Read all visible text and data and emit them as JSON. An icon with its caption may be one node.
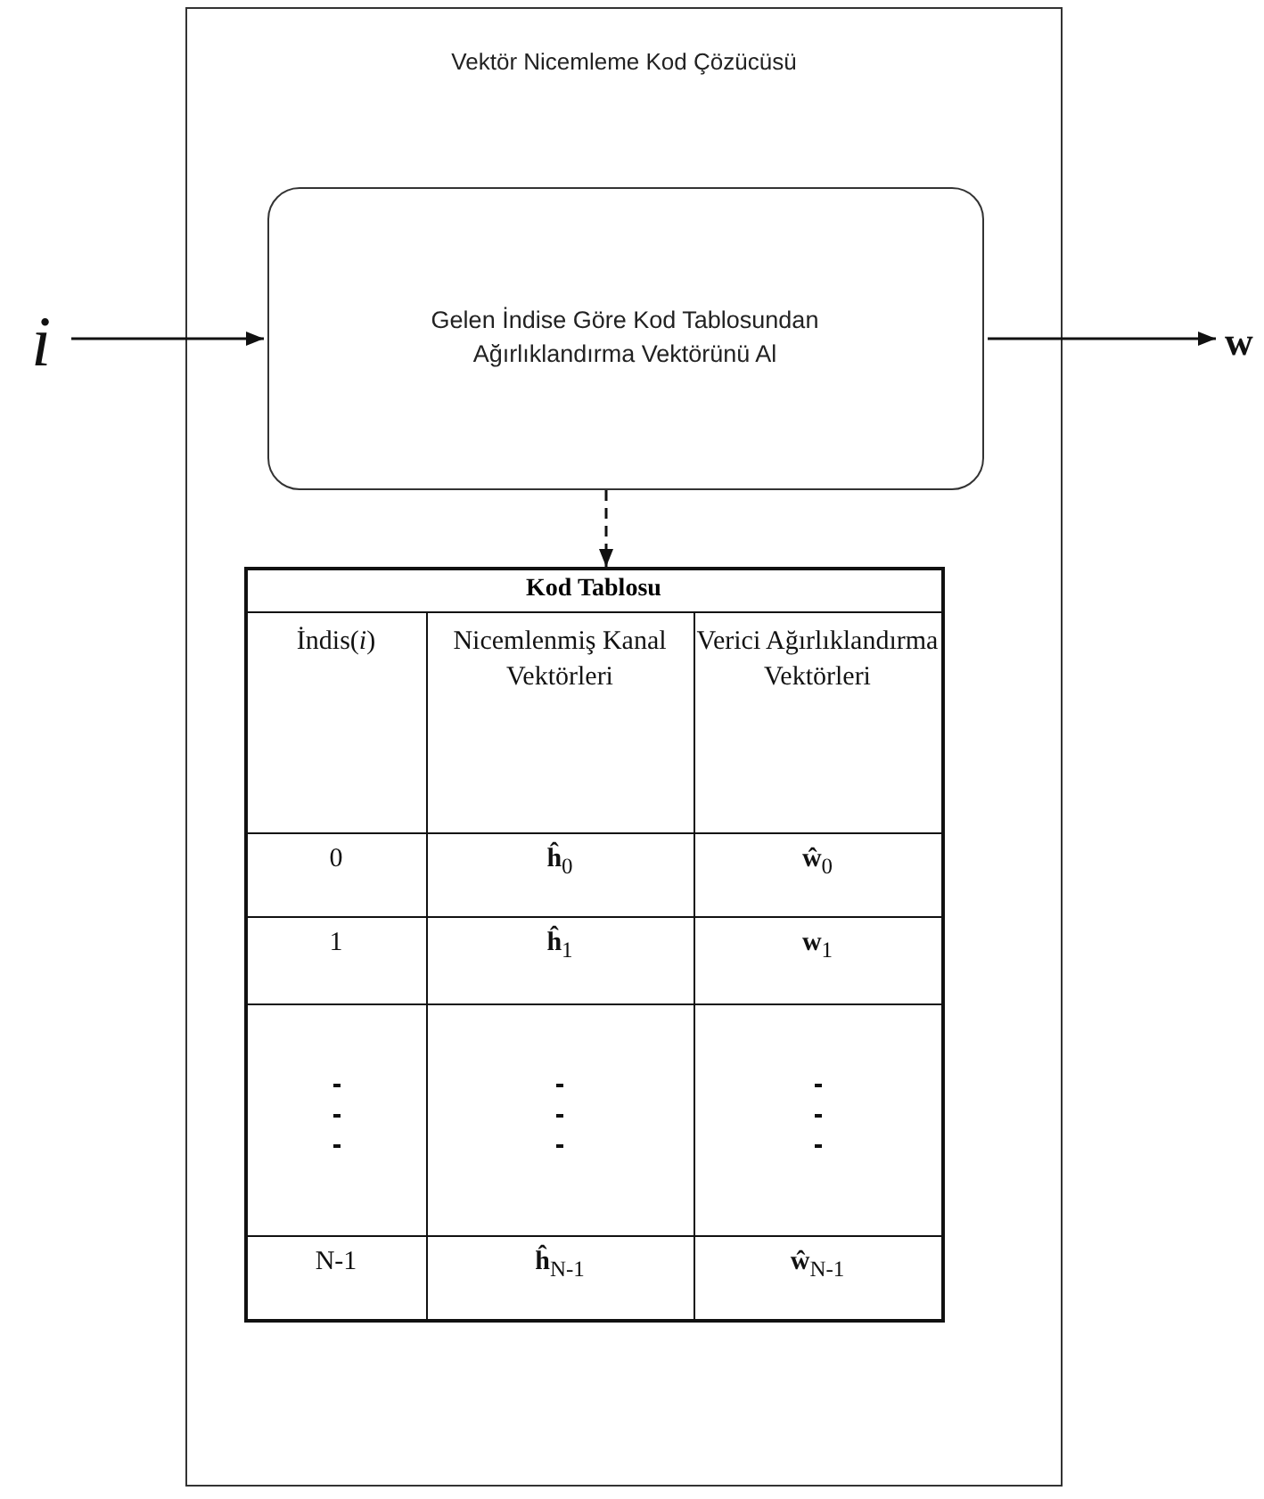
{
  "diagram": {
    "nodes": [
      {
        "text": [
          "Vektör Nicemleme Kod Çözücüsü"
        ]
      },
      {
        "text": [
          "Gelen İndise Göre Kod Tablosundan Ağırlıklandırma Vektörünü Al"
        ],
        "in": 0
      },
      {
        "text": [
          "*i*"
        ]
      },
      {
        "text": [
          "**w**"
        ]
      },
      {
        "text": [
          "Kod Tablosu"
        ],
        "in": 0
      }
    ],
    "edges": [
      {
        "from": 2,
        "to": 1,
        "arrow": "to"
      },
      {
        "from": 1,
        "to": 3,
        "arrow": "to"
      },
      {
        "from": 1,
        "to": 4,
        "arrow": "to",
        "style": "dashed"
      }
    ],
    "labels": [
      "İndis(*i*)",
      "Nicemlenmiş Kanal Vektörleri",
      "Verici Ağırlıklandırma Vektörleri",
      "0",
      "**ĥ**$_{0}$",
      "**ŵ**$_{0}$",
      "1",
      "**ĥ**$_{1}$",
      "**w**$_{1}$",
      "N-1",
      "**ĥ**$_{N-1}$",
      "**ŵ**$_{N-1}$"
    ]
  }
}
